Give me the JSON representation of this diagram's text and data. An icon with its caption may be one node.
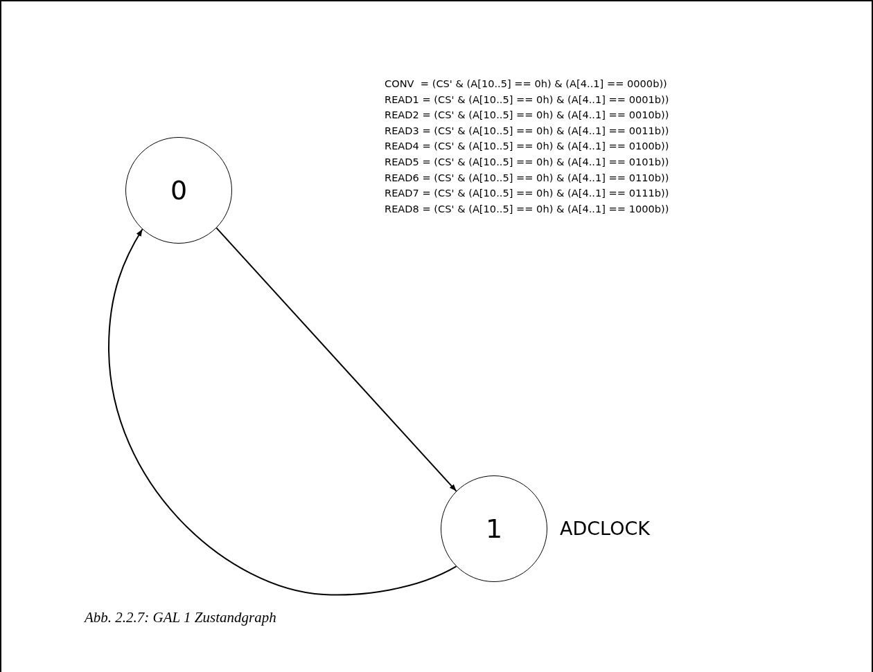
{
  "diagram": {
    "caption": "Abb. 2.2.7: GAL 1 Zustandgraph",
    "nodes": [
      {
        "text": [
          "0"
        ]
      },
      {
        "text": [
          "1"
        ],
        "beside": [
          "ADCLOCK"
        ]
      }
    ],
    "edges": [
      {
        "from": 0,
        "to": 1,
        "arrow": "to"
      },
      {
        "from": 1,
        "to": 0,
        "arrow": "to"
      }
    ],
    "labels": [
      "CONV  = (CS' & (A[10..5] == 0h) & (A[4..1] == 0000b))",
      "READ1 = (CS' & (A[10..5] == 0h) & (A[4..1] == 0001b))",
      "READ2 = (CS' & (A[10..5] == 0h) & (A[4..1] == 0010b))",
      "READ3 = (CS' & (A[10..5] == 0h) & (A[4..1] == 0011b))",
      "READ4 = (CS' & (A[10..5] == 0h) & (A[4..1] == 0100b))",
      "READ5 = (CS' & (A[10..5] == 0h) & (A[4..1] == 0101b))",
      "READ6 = (CS' & (A[10..5] == 0h) & (A[4..1] == 0110b))",
      "READ7 = (CS' & (A[10..5] == 0h) & (A[4..1] == 0111b))",
      "READ8 = (CS' & (A[10..5] == 0h) & (A[4..1] == 1000b))"
    ]
  }
}
